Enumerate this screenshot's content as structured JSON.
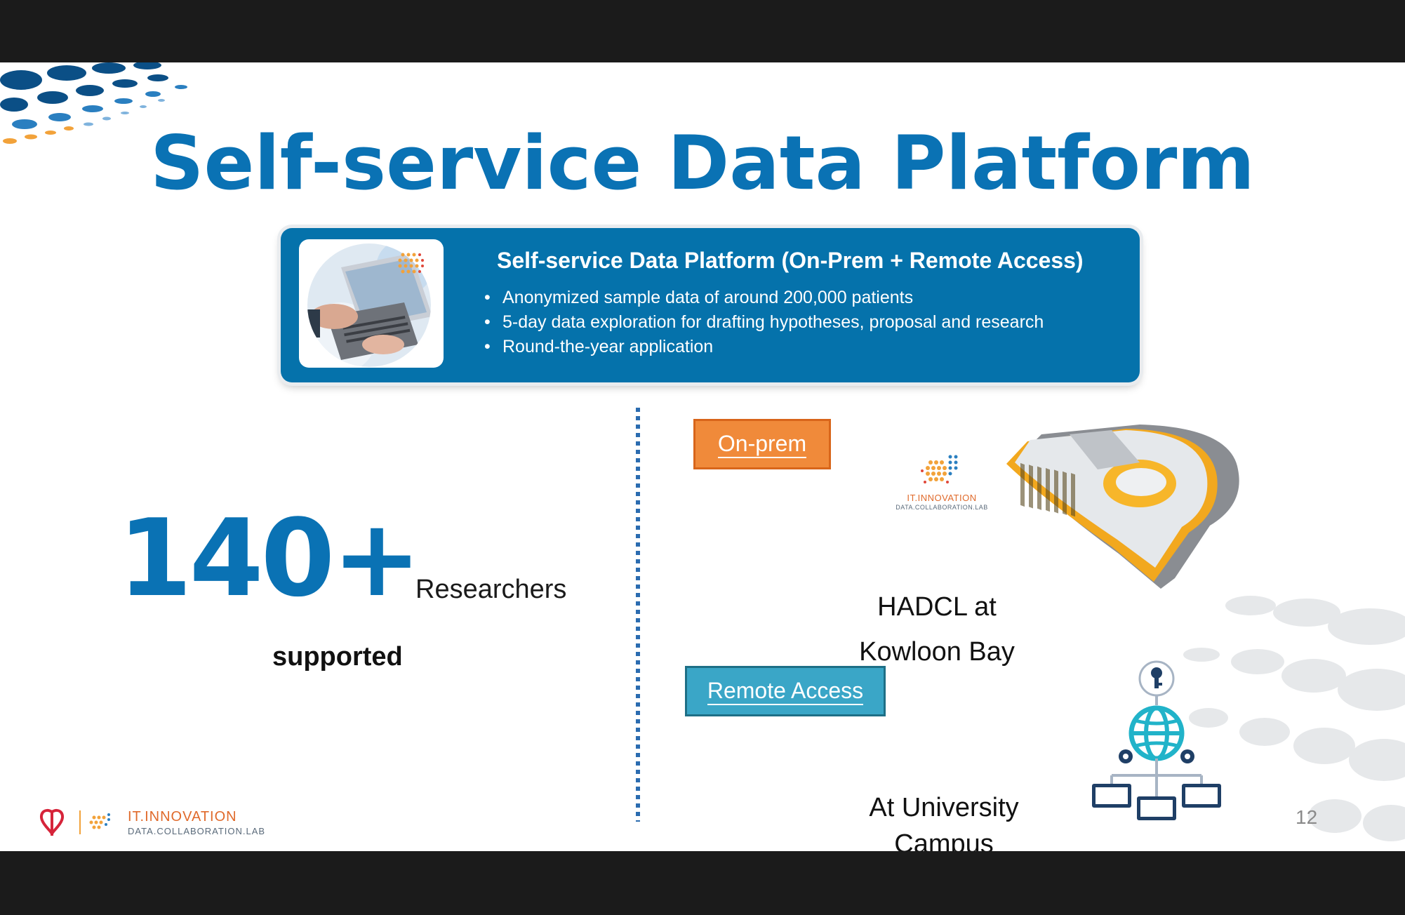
{
  "slide": {
    "title": "Self-service Data Platform",
    "page_number": "12"
  },
  "panel": {
    "title": "Self-service Data Platform (On-Prem + Remote Access)",
    "bullets": [
      "Anonymized sample data of around 200,000 patients",
      "5-day data exploration for drafting hypotheses, proposal and research",
      "Round-the-year application"
    ]
  },
  "stats": {
    "number": "140+",
    "label": "Researchers",
    "sublabel": "supported"
  },
  "onprem": {
    "tag": "On-prem",
    "logo_line1": "IT.INNOVATION",
    "logo_line2": "DATA.COLLABORATION.LAB",
    "location_line1": "HADCL at",
    "location_line2": "Kowloon Bay"
  },
  "remote": {
    "tag": "Remote Access",
    "location_line1": "At University",
    "location_line2": "Campus"
  },
  "footer": {
    "brand_line1": "IT.INNOVATION",
    "brand_line2": "DATA.COLLABORATION.LAB"
  },
  "colors": {
    "title_blue": "#0a72b4",
    "panel_blue": "#0572ab",
    "onprem_orange": "#f08a3a",
    "remote_teal": "#3aa6c7"
  }
}
